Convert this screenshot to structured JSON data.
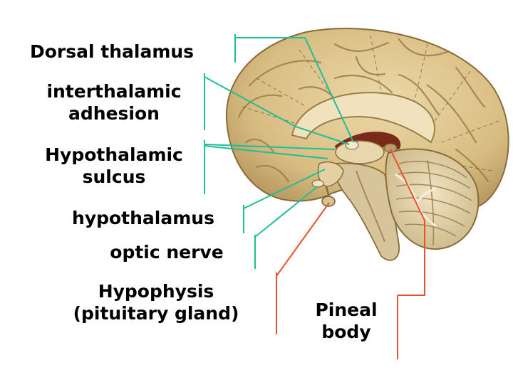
{
  "labels": {
    "dorsal_thalamus": "Dorsal thalamus",
    "interthalamic_adhesion_1": "interthalamic",
    "interthalamic_adhesion_2": "adhesion",
    "hypothalamic_sulcus_1": "Hypothalamic",
    "hypothalamic_sulcus_2": "sulcus",
    "hypothalamus": "hypothalamus",
    "optic_nerve": "optic nerve",
    "hypophysis_1": "Hypophysis",
    "hypophysis_2": "(pituitary gland)",
    "pineal_1": "Pineal",
    "pineal_2": "body"
  },
  "colors": {
    "leader_green": "#1dbf9b",
    "leader_red": "#e8512a",
    "cortex": "#dcc48c",
    "cortex_dark": "#a88a52",
    "cerebellum": "#e2d2a8",
    "brainstem": "#cdb98f",
    "ventricle": "#7a2a18"
  }
}
